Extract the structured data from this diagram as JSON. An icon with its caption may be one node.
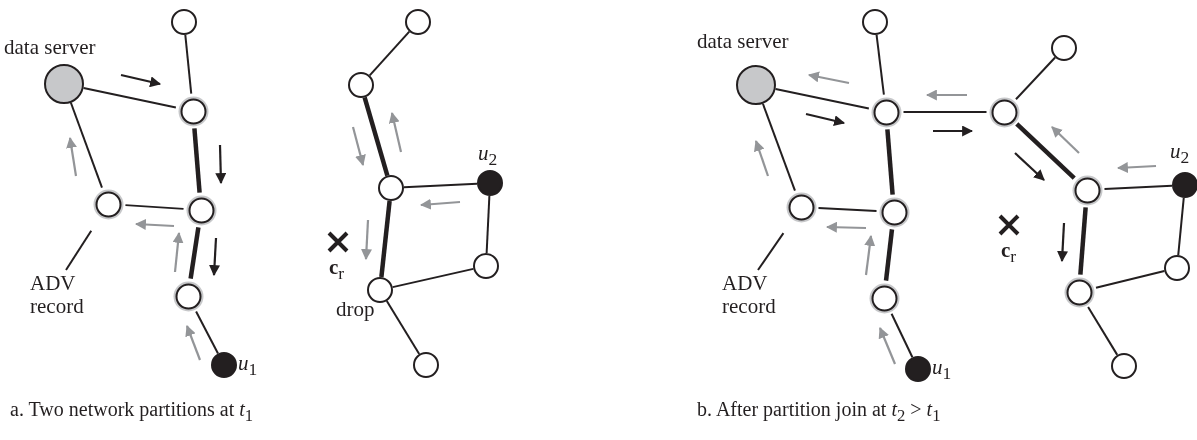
{
  "diagram": {
    "nodes": [
      {
        "text": [],
        "shape": "circle",
        "beside": [
          "data server"
        ]
      },
      {
        "text": [],
        "shape": "circle"
      },
      {
        "text": [],
        "shape": "circle"
      },
      {
        "text": [],
        "shape": "circle"
      },
      {
        "text": [],
        "shape": "circle"
      },
      {
        "text": [],
        "shape": "circle"
      },
      {
        "text": [],
        "shape": "circle",
        "beside": [
          "*u*$_{1}$"
        ]
      },
      {
        "text": [
          "ADV record"
        ]
      },
      {
        "text": [],
        "shape": "circle"
      },
      {
        "text": [],
        "shape": "circle"
      },
      {
        "text": [],
        "shape": "circle"
      },
      {
        "text": [],
        "shape": "circle",
        "beside": [
          "*u*$_{2}$"
        ]
      },
      {
        "text": [],
        "shape": "circle"
      },
      {
        "text": [],
        "shape": "circle",
        "beside": [
          "drop"
        ]
      },
      {
        "text": [],
        "shape": "circle"
      },
      {
        "text": [],
        "shape": "circle",
        "beside": [
          "data server"
        ]
      },
      {
        "text": [],
        "shape": "circle"
      },
      {
        "text": [],
        "shape": "circle"
      },
      {
        "text": [],
        "shape": "circle"
      },
      {
        "text": [],
        "shape": "circle"
      },
      {
        "text": [],
        "shape": "circle"
      },
      {
        "text": [],
        "shape": "circle",
        "beside": [
          "*u*$_{1}$"
        ]
      },
      {
        "text": [
          "ADV record"
        ]
      },
      {
        "text": [],
        "shape": "circle"
      },
      {
        "text": [],
        "shape": "circle"
      },
      {
        "text": [],
        "shape": "circle"
      },
      {
        "text": [],
        "shape": "circle",
        "beside": [
          "*u*$_{2}$"
        ]
      },
      {
        "text": [],
        "shape": "circle"
      },
      {
        "text": [],
        "shape": "circle"
      },
      {
        "text": [],
        "shape": "circle"
      }
    ],
    "edges": [
      {
        "from": 0,
        "to": 2,
        "arrow": "none"
      },
      {
        "from": 1,
        "to": 2,
        "arrow": "none"
      },
      {
        "from": 2,
        "to": 4,
        "arrow": "none",
        "style": "thick"
      },
      {
        "from": 0,
        "to": 3,
        "arrow": "none"
      },
      {
        "from": 3,
        "to": 4,
        "arrow": "none"
      },
      {
        "from": 4,
        "to": 5,
        "arrow": "none",
        "style": "thick"
      },
      {
        "from": 5,
        "to": 6,
        "arrow": "none"
      },
      {
        "from": 7,
        "to": 3,
        "arrow": "none"
      },
      {
        "from": 8,
        "to": 9,
        "arrow": "none"
      },
      {
        "from": 9,
        "to": 10,
        "arrow": "none",
        "style": "thick"
      },
      {
        "from": 10,
        "to": 11,
        "arrow": "none"
      },
      {
        "from": 11,
        "to": 12,
        "arrow": "none"
      },
      {
        "from": 12,
        "to": 13,
        "arrow": "none"
      },
      {
        "from": 10,
        "to": 13,
        "arrow": "none",
        "style": "thick"
      },
      {
        "from": 13,
        "to": 14,
        "arrow": "none"
      },
      {
        "from": 15,
        "to": 17,
        "arrow": "none"
      },
      {
        "from": 16,
        "to": 17,
        "arrow": "none"
      },
      {
        "from": 17,
        "to": 19,
        "arrow": "none",
        "style": "thick"
      },
      {
        "from": 15,
        "to": 18,
        "arrow": "none"
      },
      {
        "from": 18,
        "to": 19,
        "arrow": "none"
      },
      {
        "from": 19,
        "to": 20,
        "arrow": "none",
        "style": "thick"
      },
      {
        "from": 20,
        "to": 21,
        "arrow": "none"
      },
      {
        "from": 22,
        "to": 18,
        "arrow": "none"
      },
      {
        "from": 17,
        "to": 24,
        "arrow": "none"
      },
      {
        "from": 23,
        "to": 24,
        "arrow": "none"
      },
      {
        "from": 24,
        "to": 25,
        "arrow": "none",
        "style": "thick"
      },
      {
        "from": 25,
        "to": 26,
        "arrow": "none"
      },
      {
        "from": 26,
        "to": 27,
        "arrow": "none"
      },
      {
        "from": 27,
        "to": 28,
        "arrow": "none"
      },
      {
        "from": 25,
        "to": 28,
        "arrow": "none",
        "style": "thick"
      },
      {
        "from": 28,
        "to": 29,
        "arrow": "none"
      }
    ],
    "labels": [
      "**c**$_{r}$",
      "a.  Two network partitions at *t*$_{1}$",
      "**c**$_{r}$",
      "b.  After partition join at *t*$_{2}$ > *t*$_{1}$"
    ]
  }
}
